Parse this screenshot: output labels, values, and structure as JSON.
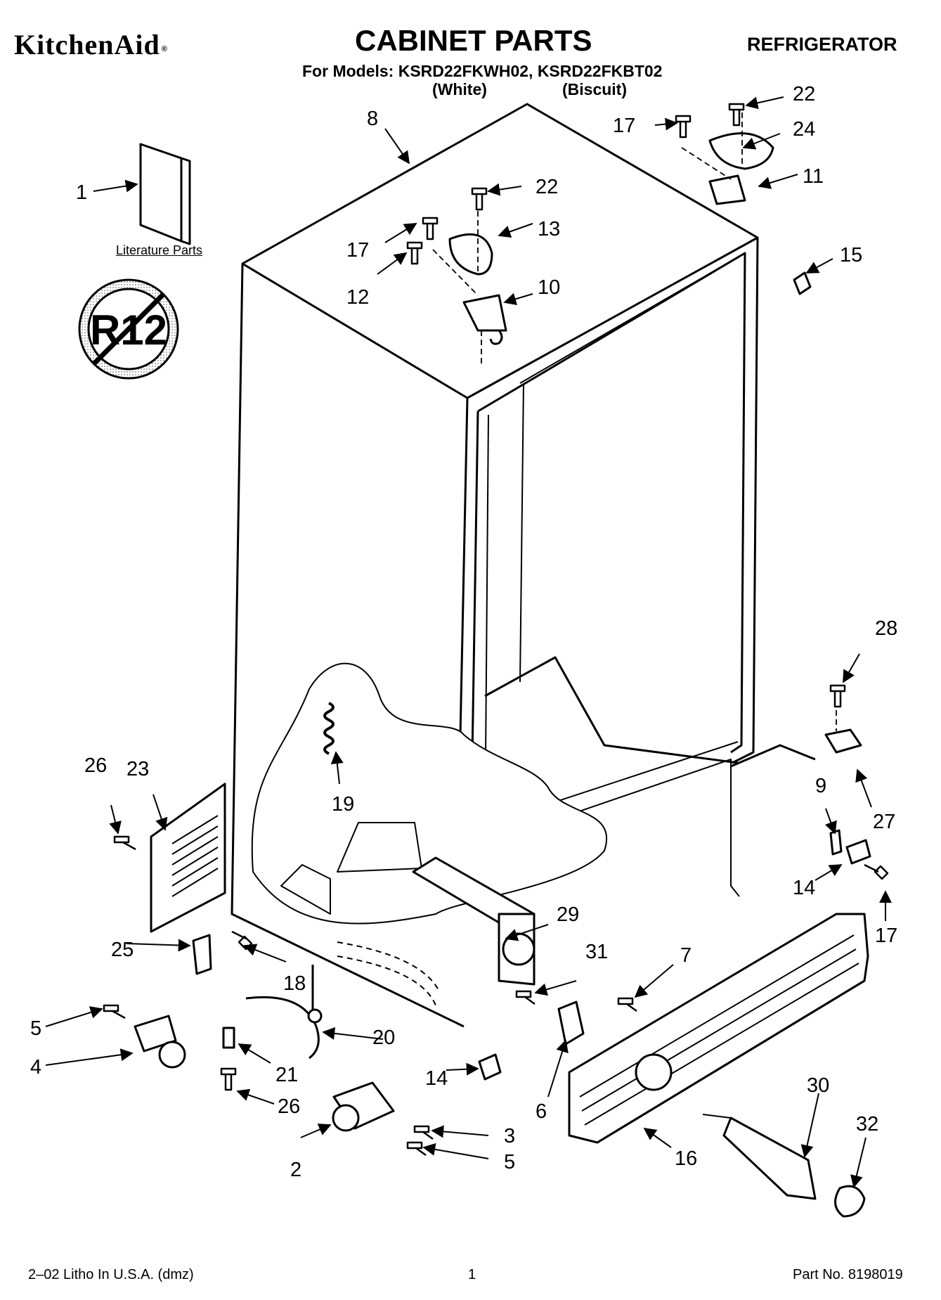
{
  "header": {
    "brand": "KitchenAid",
    "brand_mark": "®",
    "title": "CABINET PARTS",
    "appliance": "REFRIGERATOR",
    "models_line": "For Models: KSRD22FKWH02, KSRD22FKBT02",
    "variant_white": "(White)",
    "variant_biscuit": "(Biscuit)"
  },
  "literature_label": "Literature Parts",
  "r12_badge": "R12",
  "callouts": {
    "c1": "1",
    "c2": "2",
    "c3": "3",
    "c4": "4",
    "c5a": "5",
    "c5b": "5",
    "c6": "6",
    "c7": "7",
    "c8": "8",
    "c9": "9",
    "c10": "10",
    "c11": "11",
    "c12": "12",
    "c13": "13",
    "c14a": "14",
    "c14b": "14",
    "c15": "15",
    "c16": "16",
    "c17a": "17",
    "c17b": "17",
    "c17c": "17",
    "c18": "18",
    "c19": "19",
    "c20": "20",
    "c21": "21",
    "c22a": "22",
    "c22b": "22",
    "c23": "23",
    "c24": "24",
    "c25": "25",
    "c26a": "26",
    "c26b": "26",
    "c27": "27",
    "c28": "28",
    "c29": "29",
    "c30": "30",
    "c31": "31",
    "c32": "32"
  },
  "footer": {
    "litho": "2–02 Litho In U.S.A. (dmz)",
    "page_number": "1",
    "part_number": "Part No. 8198019"
  }
}
